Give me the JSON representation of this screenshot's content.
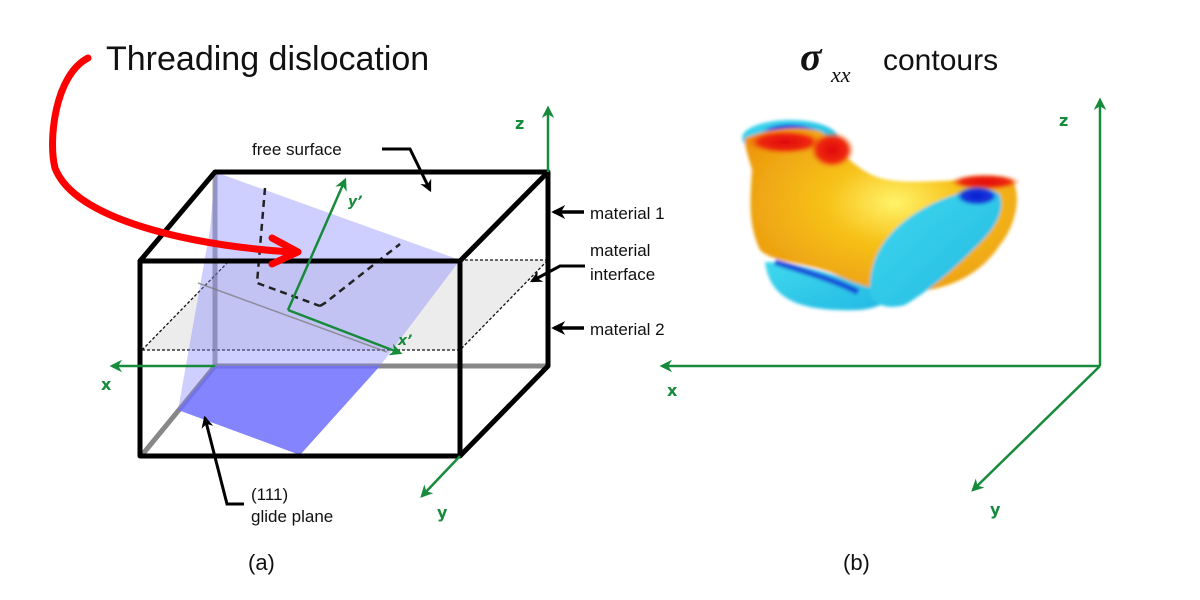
{
  "panel_a": {
    "title": "Threading dislocation",
    "caption": "(a)",
    "labels": {
      "free_surface": "free surface",
      "material_1": "material 1",
      "material_interface_line1": "material",
      "material_interface_line2": "interface",
      "material_2": "material 2",
      "glide_plane_line1": "(111)",
      "glide_plane_line2": "glide plane"
    },
    "axes": {
      "x": "x",
      "y": "y",
      "z": "z",
      "x_prime": "x’",
      "y_prime": "y’"
    }
  },
  "panel_b": {
    "title_symbol": "σ",
    "title_subscript": "xx",
    "title_text": "contours",
    "caption": "(b)",
    "axes": {
      "x": "x",
      "y": "y",
      "z": "z"
    }
  },
  "colors": {
    "axis_green": "#178a3c",
    "arrow_red": "#ff0000",
    "glide_plane_blue": "#7b7bff",
    "interface_gray": "#ececec",
    "contour_orange": "#f3a21a",
    "contour_red": "#e01010",
    "contour_cyan": "#27c6e6",
    "contour_blue": "#1433d6"
  }
}
